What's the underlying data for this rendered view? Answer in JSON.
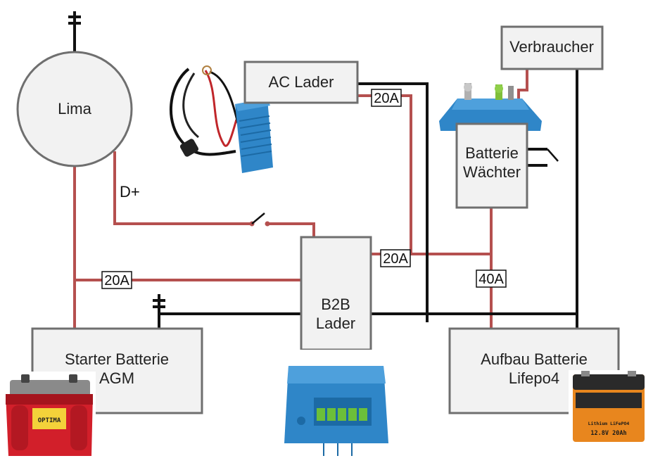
{
  "colors": {
    "positive_wire": "#b5504f",
    "ground_wire": "#111111",
    "box_fill": "#f2f2f2",
    "box_stroke": "#6f6f6f",
    "device_blue": "#2f86c8",
    "agm_red": "#d21f2a",
    "lifepo4_orange": "#e8861e"
  },
  "components": {
    "lima": "Lima",
    "ac_lader": "AC Lader",
    "verbraucher": "Verbraucher",
    "batterie_waechter": [
      "Batterie",
      "Wächter"
    ],
    "b2b_lader": [
      "B2B",
      "Lader"
    ],
    "starter_batterie": [
      "Starter Batterie",
      "AGM"
    ],
    "aufbau_batterie": [
      "Aufbau Batterie",
      "Lifepo4"
    ]
  },
  "labels": {
    "d_plus": "D+"
  },
  "fuses": {
    "ac_lader_out": "20A",
    "b2b_in": "20A",
    "b2b_out": "20A",
    "aufbau": "40A"
  },
  "photos": {
    "starter_battery_brand": "OPTIMA",
    "lifepo4_label": "Lithium LiFePO4",
    "lifepo4_spec": "12.8V 20Ah"
  },
  "icons": {
    "ground": "ground-symbol-icon",
    "switch": "switch-icon"
  }
}
